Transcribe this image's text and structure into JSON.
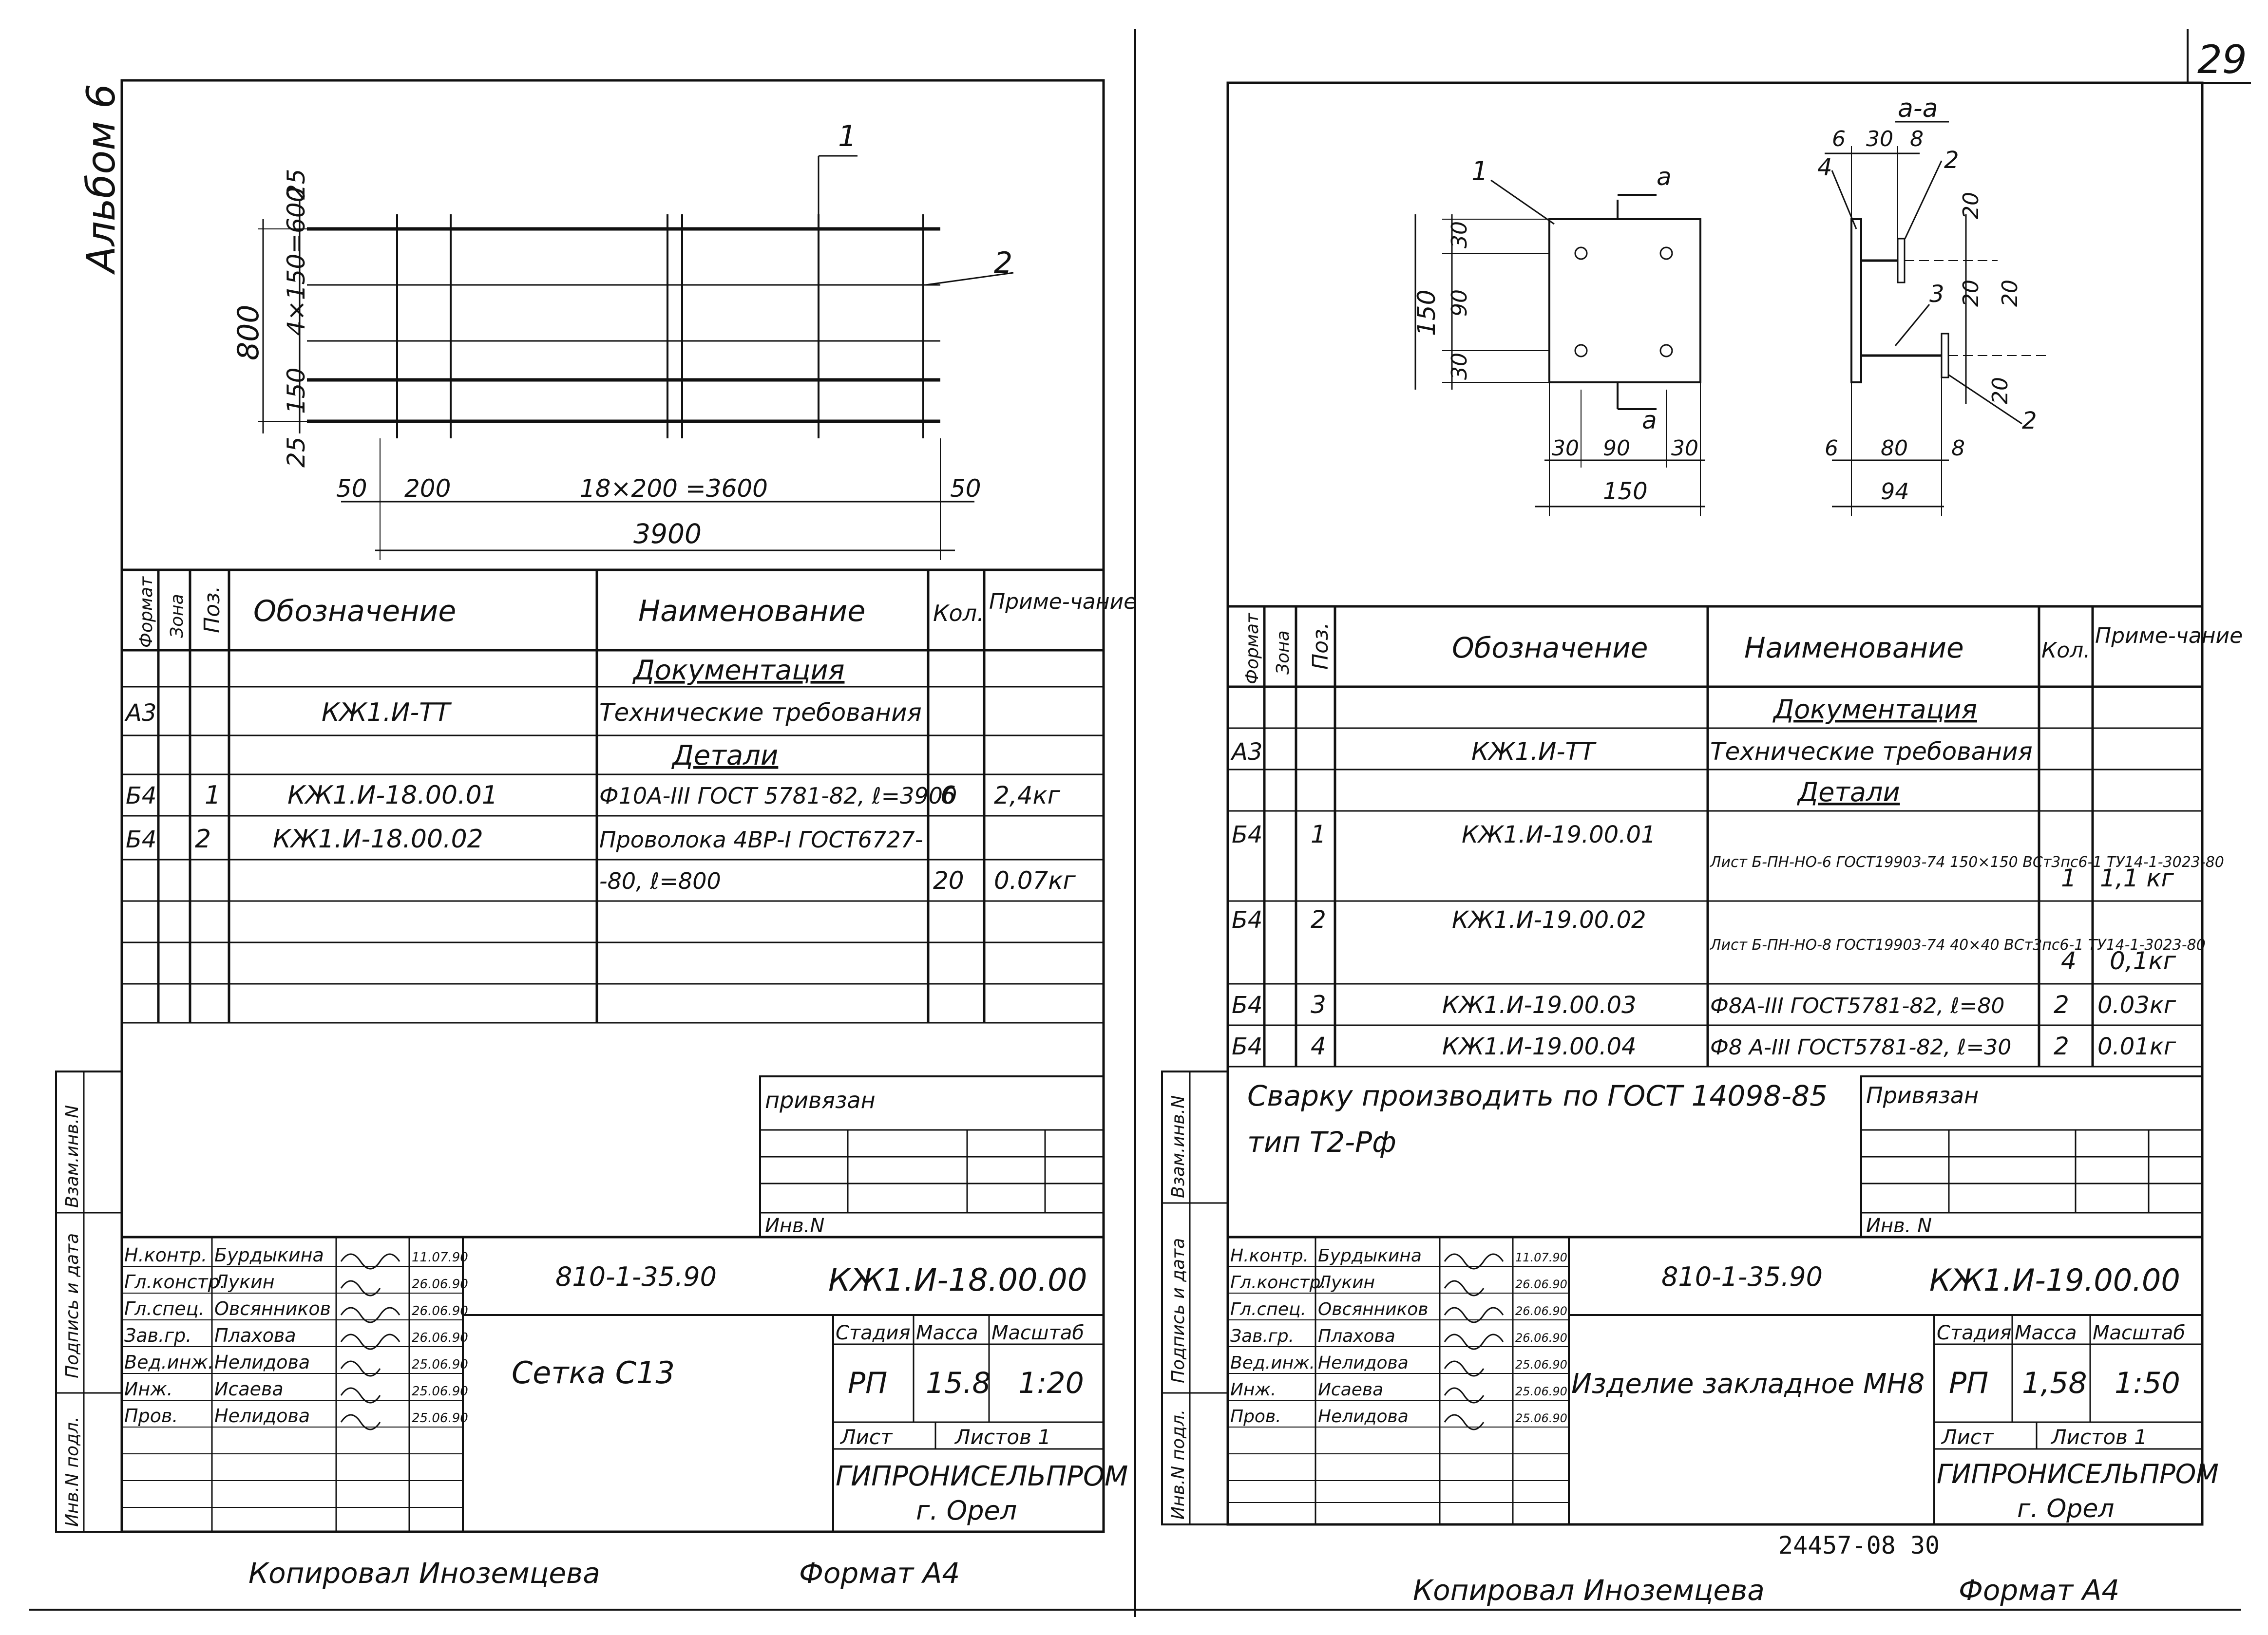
{
  "page_number": "29",
  "album_label": "Альбом 6",
  "left_sheet": {
    "drawing": {
      "callout_1": "1",
      "callout_2": "2",
      "dim_25_top": "25",
      "dim_4x150": "4×150=600",
      "dim_800": "800",
      "dim_150": "150",
      "dim_25_bottom": "25",
      "dim_50_left": "50",
      "dim_200": "200",
      "dim_18x200": "18×200 =3600",
      "dim_50_right": "50",
      "dim_3900": "3900"
    },
    "spec": {
      "headers": {
        "format": "Формат",
        "zone": "Зона",
        "pos": "Поз.",
        "designation": "Обозначение",
        "name": "Наименование",
        "qty": "Кол.",
        "note": "Приме-чание"
      },
      "rows": [
        {
          "format": "",
          "pos": "",
          "designation": "",
          "name": "Документация",
          "qty": "",
          "note": ""
        },
        {
          "format": "A3",
          "pos": "",
          "designation": "КЖ1.И-ТТ",
          "name": "Технические требования",
          "qty": "",
          "note": ""
        },
        {
          "format": "",
          "pos": "",
          "designation": "",
          "name": "Детали",
          "qty": "",
          "note": ""
        },
        {
          "format": "Б4",
          "pos": "1",
          "designation": "КЖ1.И-18.00.01",
          "name": "Ф10А-III ГОСТ 5781-82, ℓ=3900",
          "qty": "6",
          "note": "2,4кг"
        },
        {
          "format": "Б4",
          "pos": "2",
          "designation": "КЖ1.И-18.00.02",
          "name": "Проволока 4ВР-I ГОСТ6727-",
          "qty": "",
          "note": ""
        },
        {
          "format": "",
          "pos": "",
          "designation": "",
          "name": "-80, ℓ=800",
          "qty": "20",
          "note": "0.07кг"
        }
      ]
    },
    "privyazan": "привязан",
    "inv_no": "Инв.N",
    "side_labels": {
      "vzam": "Взам.инв.N",
      "podp": "Подпись и дата",
      "inv": "Инв.N подл."
    },
    "signatures": [
      {
        "role": "Н.контр.",
        "name": "Бурдыкина",
        "date": "11.07.90"
      },
      {
        "role": "Гл.констр.",
        "name": "Лукин",
        "date": "26.06.90"
      },
      {
        "role": "Гл.спец.",
        "name": "Овсянников",
        "date": "26.06.90"
      },
      {
        "role": "Зав.гр.",
        "name": "Плахова",
        "date": "26.06.90"
      },
      {
        "role": "Вед.инж.",
        "name": "Нелидова",
        "date": "25.06.90"
      },
      {
        "role": "Инж.",
        "name": "Исаева",
        "date": "25.06.90"
      },
      {
        "role": "Пров.",
        "name": "Нелидова",
        "date": "25.06.90"
      }
    ],
    "project_code": "810-1-35.90",
    "doc_code": "КЖ1.И-18.00.00",
    "title": "Сетка С13",
    "stage_label": "Стадия",
    "mass_label": "Масса",
    "scale_label": "Масштаб",
    "stage": "РП",
    "mass": "15.8",
    "scale": "1:20",
    "sheet_label": "Лист",
    "sheets_label": "Листов 1",
    "org": "ГИПРОНИСЕЛЬПРОМ",
    "city": "г. Орел",
    "copied": "Копировал  Иноземцева",
    "format": "Формат  А4"
  },
  "right_sheet": {
    "drawing": {
      "section": "а-а",
      "callout_1": "1",
      "callout_2": "2",
      "callout_3": "3",
      "callout_4": "4",
      "callout_2b": "2",
      "arrow_a_top": "а",
      "arrow_a_bottom": "а",
      "dim_150_v": "150",
      "dim_30_top": "30",
      "dim_90_v": "90",
      "dim_30_bottom": "30",
      "dim_30_l": "30",
      "dim_90_h": "90",
      "dim_30_r": "30",
      "dim_150_h": "150",
      "dim_6_top": "6",
      "dim_30_top2": "30",
      "dim_8_top": "8",
      "dim_20_a": "20",
      "dim_20_b": "20",
      "dim_20_c": "20",
      "dim_20_d": "20",
      "dim_6_bottom": "6",
      "dim_80": "80",
      "dim_8_bottom": "8",
      "dim_94": "94"
    },
    "spec": {
      "headers": {
        "format": "Формат",
        "zone": "Зона",
        "pos": "Поз.",
        "designation": "Обозначение",
        "name": "Наименование",
        "qty": "Кол.",
        "note": "Приме-чание"
      },
      "rows": [
        {
          "format": "",
          "pos": "",
          "designation": "",
          "name": "Документация",
          "qty": "",
          "note": ""
        },
        {
          "format": "A3",
          "pos": "",
          "designation": "КЖ1.И-ТТ",
          "name": "Технические требования",
          "qty": "",
          "note": ""
        },
        {
          "format": "",
          "pos": "",
          "designation": "",
          "name": "Детали",
          "qty": "",
          "note": ""
        },
        {
          "format": "Б4",
          "pos": "1",
          "designation": "КЖ1.И-19.00.01",
          "name": "Лист Б-ПН-НО-6 ГОСТ19903-74 150×150 ВСт3пс6-1 ТУ14-1-3023-80",
          "qty": "1",
          "note": "1,1 кг"
        },
        {
          "format": "Б4",
          "pos": "2",
          "designation": "КЖ1.И-19.00.02",
          "name": "Лист Б-ПН-НО-8 ГОСТ19903-74 40×40 ВСт3пс6-1 ТУ14-1-3023-80",
          "qty": "4",
          "note": "0,1кг"
        },
        {
          "format": "Б4",
          "pos": "3",
          "designation": "КЖ1.И-19.00.03",
          "name": "Ф8А-III ГОСТ5781-82, ℓ=80",
          "qty": "2",
          "note": "0.03кг"
        },
        {
          "format": "Б4",
          "pos": "4",
          "designation": "КЖ1.И-19.00.04",
          "name": "Ф8 А-III ГОСТ5781-82, ℓ=30",
          "qty": "2",
          "note": "0.01кг"
        }
      ]
    },
    "note_line1": "Сварку производить по ГОСТ 14098-85",
    "note_line2": "тип Т2-Рф",
    "privyazan": "Привязан",
    "inv_no": "Инв. N",
    "side_labels": {
      "vzam": "Взам.инв.N",
      "podp": "Подпись и дата",
      "inv": "Инв.N подл."
    },
    "signatures": [
      {
        "role": "Н.контр.",
        "name": "Бурдыкина",
        "date": "11.07.90"
      },
      {
        "role": "Гл.констр.",
        "name": "Лукин",
        "date": "26.06.90"
      },
      {
        "role": "Гл.спец.",
        "name": "Овсянников",
        "date": "26.06.90"
      },
      {
        "role": "Зав.гр.",
        "name": "Плахова",
        "date": "26.06.90"
      },
      {
        "role": "Вед.инж.",
        "name": "Нелидова",
        "date": "25.06.90"
      },
      {
        "role": "Инж.",
        "name": "Исаева",
        "date": "25.06.90"
      },
      {
        "role": "Пров.",
        "name": "Нелидова",
        "date": "25.06.90"
      }
    ],
    "project_code": "810-1-35.90",
    "doc_code": "КЖ1.И-19.00.00",
    "title": "Изделие закладное МН8",
    "stage_label": "Стадия",
    "mass_label": "Масса",
    "scale_label": "Масштаб",
    "stage": "РП",
    "mass": "1,58",
    "scale": "1:50",
    "sheet_label": "Лист",
    "sheets_label": "Листов 1",
    "org": "ГИПРОНИСЕЛЬПРОМ",
    "city": "г. Орел",
    "archive_no": "24457-08   30",
    "copied": "Копировал  Иноземцева",
    "format": "Формат  А4"
  }
}
